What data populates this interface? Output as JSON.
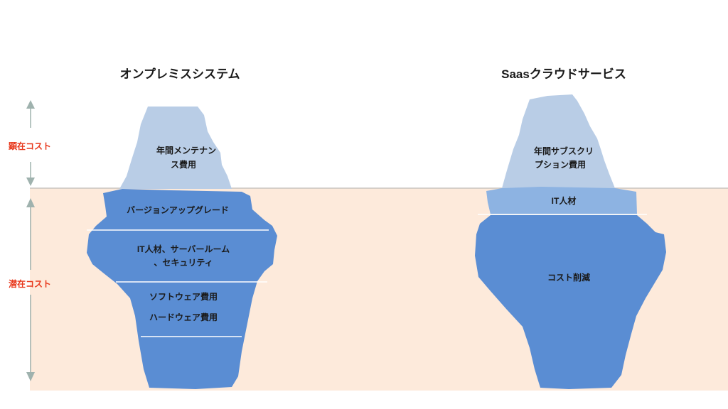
{
  "colors": {
    "visible_ice": "#b9cde6",
    "hidden_ice": "#5a8dd3",
    "it_band": "#8db3e2",
    "underwater_bg": "#fdeadb",
    "cost_label": "#e8381c",
    "arrow": "#9fb2ae"
  },
  "axis": {
    "visible_cost": "顕在コスト",
    "hidden_cost": "潜在コスト"
  },
  "on_premise": {
    "title": "オンプレミスシステム",
    "tip": [
      "年間メンテナン",
      "ス費用"
    ],
    "layers": [
      {
        "lines": [
          "バージョンアップグレード"
        ]
      },
      {
        "lines": [
          "IT人材、サーバールーム",
          "、セキュリティ"
        ]
      },
      {
        "lines": [
          "ソフトウェア費用",
          "ハードウェア費用"
        ]
      }
    ]
  },
  "saas": {
    "title": "Saasクラウドサービス",
    "tip": [
      "年間サブスクリ",
      "プション費用"
    ],
    "it_band": "IT人材",
    "reduction": "コスト削減"
  }
}
